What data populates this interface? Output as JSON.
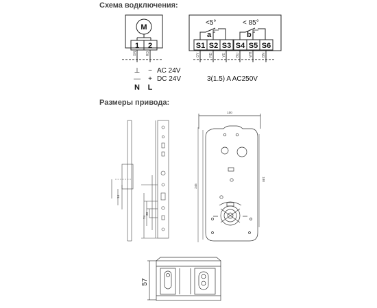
{
  "headings": {
    "wiring": "Схема водключения:",
    "dimensions": "Размеры привода:"
  },
  "motor": {
    "symbol": "M",
    "terminals": [
      "1",
      "2"
    ],
    "wire_labels": [
      "GN",
      "RD"
    ]
  },
  "supply": {
    "ac_symbols": [
      "⊥",
      "~"
    ],
    "ac_text": "AC 24V",
    "dc_symbols": [
      "—",
      "+"
    ],
    "dc_text": "DC 24V",
    "poles": [
      "N",
      "L"
    ]
  },
  "switches": {
    "left_angle": "<5°",
    "right_angle": "< 85°",
    "left_contact": "a",
    "right_contact": "b",
    "terminals": [
      "S1",
      "S2",
      "S3",
      "S4",
      "S5",
      "S6"
    ],
    "wire_labels": [
      "GY",
      "RD",
      "YE",
      "BU",
      "WH",
      "BN"
    ],
    "rating": "3(1.5) A  AC250V"
  },
  "drawing": {
    "width_dim": "100",
    "height_dim_left": "245",
    "height_dim_right": "188",
    "depth_dim": "57"
  },
  "colors": {
    "line": "#222222",
    "heading": "#444444"
  }
}
